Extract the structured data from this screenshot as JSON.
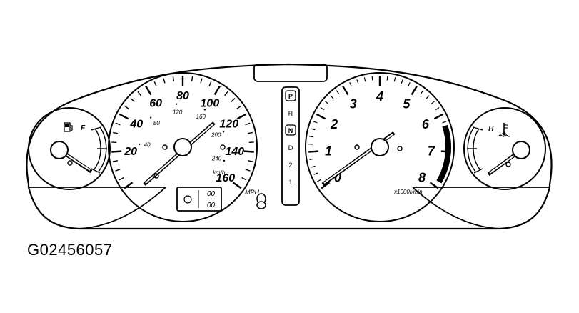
{
  "figure_id": "G02456057",
  "speedometer": {
    "mph_labels": [
      "20",
      "40",
      "60",
      "80",
      "100",
      "120",
      "140",
      "160"
    ],
    "kmh_labels": [
      "40",
      "80",
      "120",
      "160",
      "200",
      "240"
    ],
    "unit_mph": "MPH",
    "unit_kmh": "km/h"
  },
  "tachometer": {
    "labels": [
      "0",
      "1",
      "2",
      "3",
      "4",
      "5",
      "6",
      "7",
      "8"
    ],
    "unit": "x1000r/min"
  },
  "fuel_gauge": {
    "full_label": "F",
    "icon": "fuel-pump-icon"
  },
  "temp_gauge": {
    "hot_label": "H",
    "icon": "coolant-temperature-icon"
  },
  "gear_indicator": [
    "P",
    "R",
    "N",
    "D",
    "2",
    "1"
  ],
  "odometer": {
    "row1": "00",
    "row2": "00",
    "icon": "trip-reset-icon"
  }
}
